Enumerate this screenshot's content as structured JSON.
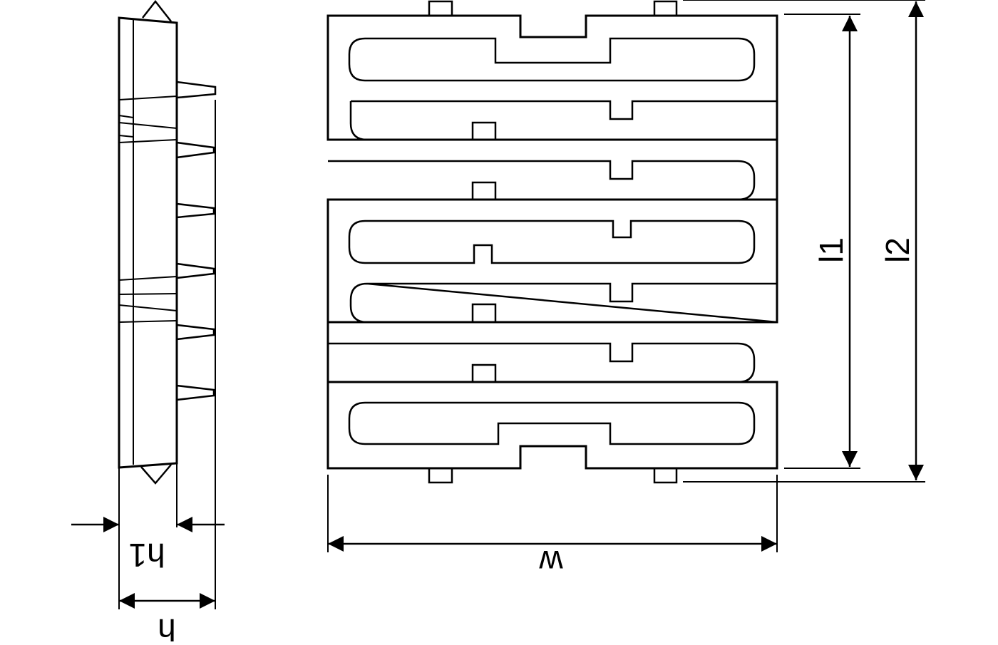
{
  "figure": {
    "labels": {
      "w": "w",
      "l1": "l1",
      "l2": "l2",
      "h": "h",
      "h1": "h1"
    },
    "colors": {
      "line": "#000000",
      "background": "#ffffff"
    }
  }
}
